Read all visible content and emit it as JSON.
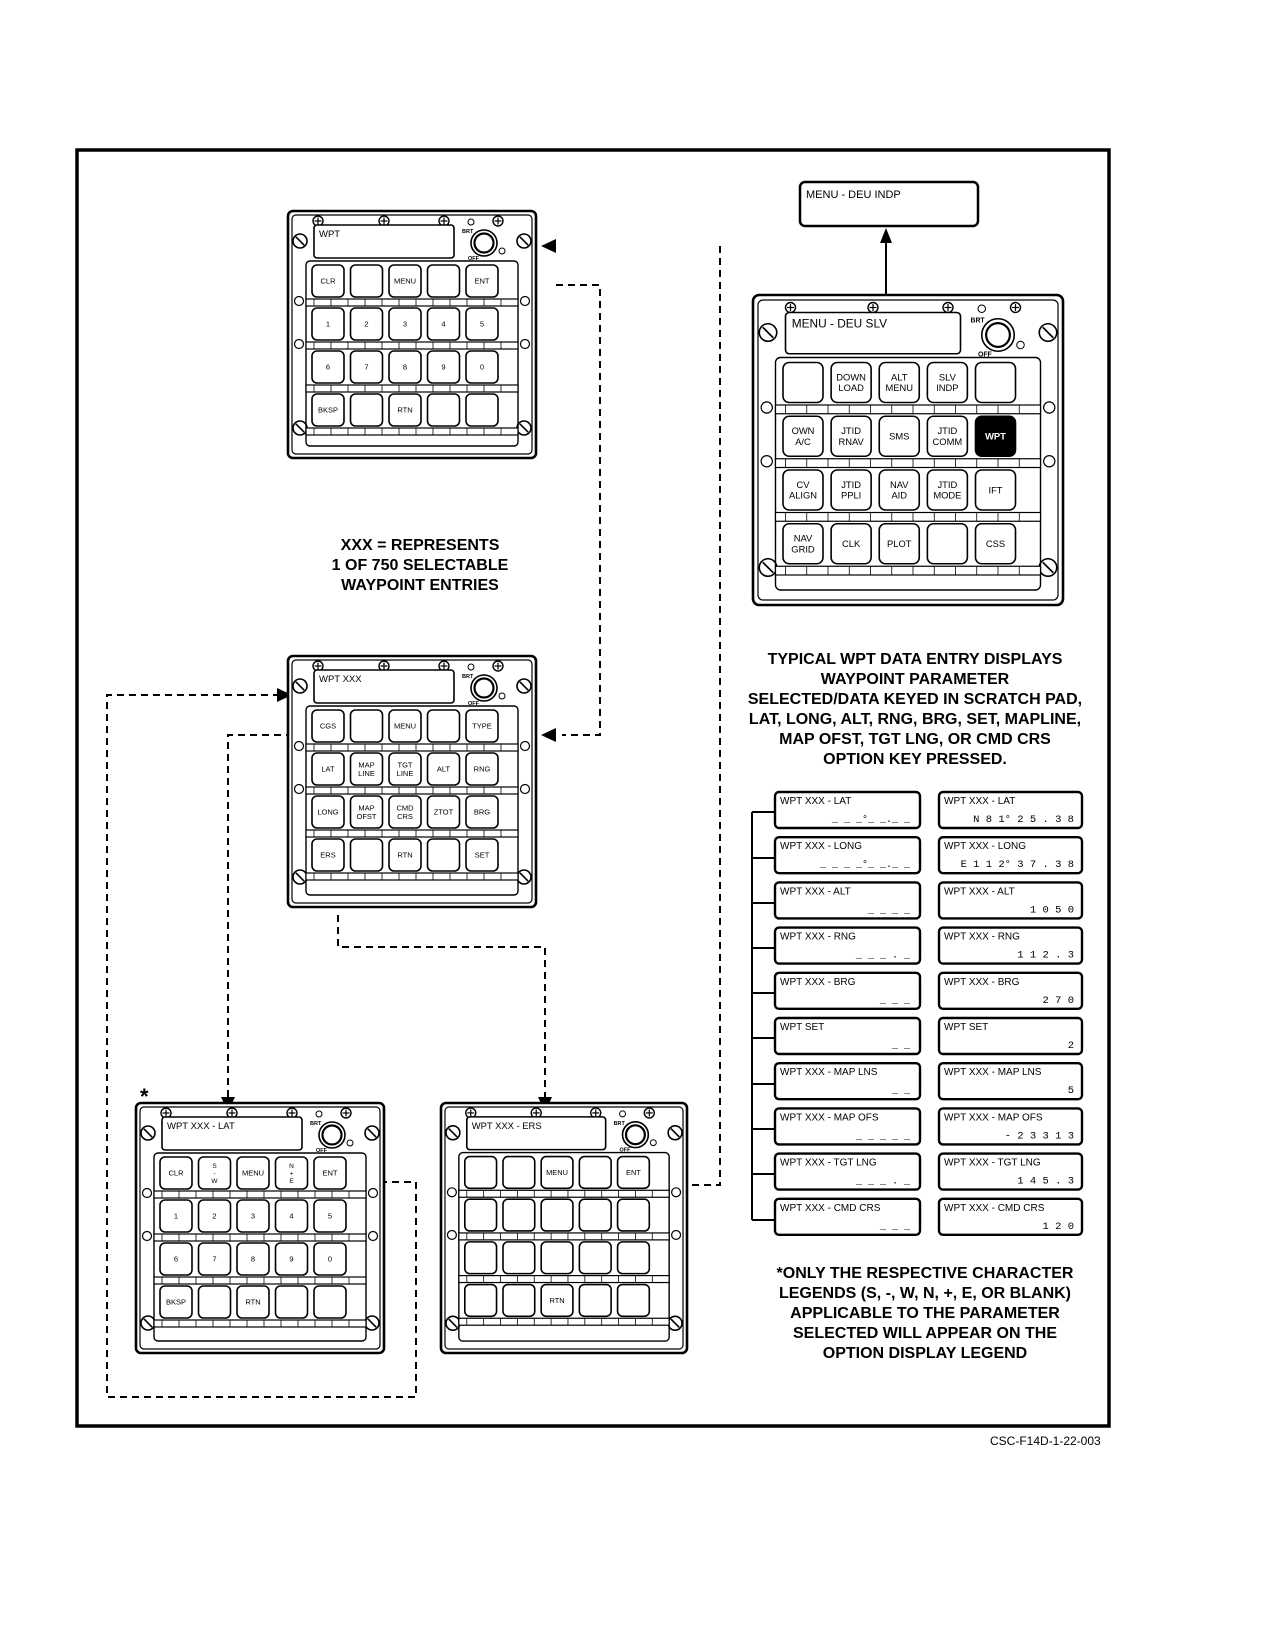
{
  "panels": [
    {
      "id": "wpt",
      "display": "WPT",
      "brt": "BRT",
      "off": "OFF",
      "rows": [
        [
          "CLR",
          "",
          "MENU",
          "",
          "ENT"
        ],
        [
          "1",
          "2",
          "3",
          "4",
          "5"
        ],
        [
          "6",
          "7",
          "8",
          "9",
          "0"
        ],
        [
          "BKSP",
          "",
          "RTN",
          "",
          ""
        ]
      ]
    },
    {
      "id": "menu-deu-slv",
      "display": "MENU - DEU SLV",
      "brt": "BRT",
      "off": "OFF",
      "rows": [
        [
          "",
          "DOWN\nLOAD",
          "ALT\nMENU",
          "SLV\nINDP",
          ""
        ],
        [
          "OWN\nA/C",
          "JTID\nRNAV",
          "SMS",
          "JTID\nCOMM",
          "WPT"
        ],
        [
          "CV\nALIGN",
          "JTID\nPPLI",
          "NAV\nAID",
          "JTID\nMODE",
          "IFT"
        ],
        [
          "NAV\nGRID",
          "CLK",
          "PLOT",
          "",
          "CSS"
        ]
      ],
      "highlighted": "WPT"
    },
    {
      "id": "wpt-xxx",
      "display": "WPT XXX",
      "brt": "BRT",
      "off": "OFF",
      "rows": [
        [
          "CGS",
          "",
          "MENU",
          "",
          "TYPE"
        ],
        [
          "LAT",
          "MAP\nLINE",
          "TGT\nLINE",
          "ALT",
          "RNG"
        ],
        [
          "LONG",
          "MAP\nOFST",
          "CMD\nCRS",
          "ZTOT",
          "BRG"
        ],
        [
          "ERS",
          "",
          "RTN",
          "",
          "SET"
        ]
      ]
    },
    {
      "id": "wpt-xxx-lat",
      "display": "WPT XXX - LAT",
      "brt": "BRT",
      "off": "OFF",
      "rows": [
        [
          "CLR",
          "S\n-\nW",
          "MENU",
          "N\n+\nE",
          "ENT"
        ],
        [
          "1",
          "2",
          "3",
          "4",
          "5"
        ],
        [
          "6",
          "7",
          "8",
          "9",
          "0"
        ],
        [
          "BKSP",
          "",
          "RTN",
          "",
          ""
        ]
      ]
    },
    {
      "id": "wpt-xxx-ers",
      "display": "WPT XXX - ERS",
      "brt": "BRT",
      "off": "OFF",
      "rows": [
        [
          "",
          "",
          "MENU",
          "",
          "ENT"
        ],
        [
          "",
          "",
          "",
          "",
          ""
        ],
        [
          "",
          "",
          "",
          "",
          ""
        ],
        [
          "",
          "",
          "RTN",
          "",
          ""
        ]
      ]
    }
  ],
  "menu_deu_indp": "MENU - DEU INDP",
  "notes": {
    "xxx": "XXX = REPRESENTS\n1 OF 750 SELECTABLE\nWAYPOINT ENTRIES",
    "typical": "TYPICAL WPT DATA ENTRY DISPLAYS\nWAYPOINT PARAMETER\nSELECTED/DATA KEYED IN SCRATCH PAD,\nLAT, LONG, ALT, RNG, BRG, SET, MAPLINE,\nMAP OFST, TGT LNG, OR CMD CRS\nOPTION KEY PRESSED.",
    "asterisk": "*ONLY THE RESPECTIVE CHARACTER\nLEGENDS (S, -, W, N, +, E, OR BLANK)\nAPPLICABLE TO THE PARAMETER\nSELECTED WILL APPEAR ON THE\nOPTION DISPLAY LEGEND",
    "star": "*"
  },
  "scratchpads": [
    {
      "label": "WPT XXX -  LAT",
      "blank": "_ _ _°_ _._ _",
      "label_filled": "WPT XXX -  LAT",
      "value": "N 8 1° 2 5 . 3 8"
    },
    {
      "label": "WPT XXX - LONG",
      "blank": "_ _ _ _°_ _._ _",
      "label_filled": "WPT XXX - LONG",
      "value": "E 1 1 2° 3 7 . 3 8"
    },
    {
      "label": "WPT XXX - ALT",
      "blank": "_ _ _ _",
      "label_filled": "WPT XXX - ALT",
      "value": "1 0 5 0"
    },
    {
      "label": "WPT XXX - RNG",
      "blank": "_ _ _ . _",
      "label_filled": "WPT XXX - RNG",
      "value": "1 1 2 . 3"
    },
    {
      "label": "WPT XXX - BRG",
      "blank": "_ _ _",
      "label_filled": "WPT XXX - BRG",
      "value": "2 7 0"
    },
    {
      "label": "WPT SET",
      "blank": "_ _",
      "label_filled": "WPT SET",
      "value": "2"
    },
    {
      "label": "WPT XXX - MAP LNS",
      "blank": "_ _",
      "label_filled": "WPT XXX - MAP LNS",
      "value": "5"
    },
    {
      "label": "WPT XXX - MAP OFS",
      "blank": "_ _ _ _ _",
      "label_filled": "WPT XXX - MAP OFS",
      "value": "- 2 3 3 1 3"
    },
    {
      "label": "WPT XXX - TGT LNG",
      "blank": "_ _ _ . _",
      "label_filled": "WPT XXX - TGT LNG",
      "value": "1 4 5 . 3"
    },
    {
      "label": "WPT XXX - CMD CRS",
      "blank": "_ _ _",
      "label_filled": "WPT XXX - CMD CRS",
      "value": "1 2 0"
    }
  ],
  "doc_code": "CSC-F14D-1-22-003"
}
